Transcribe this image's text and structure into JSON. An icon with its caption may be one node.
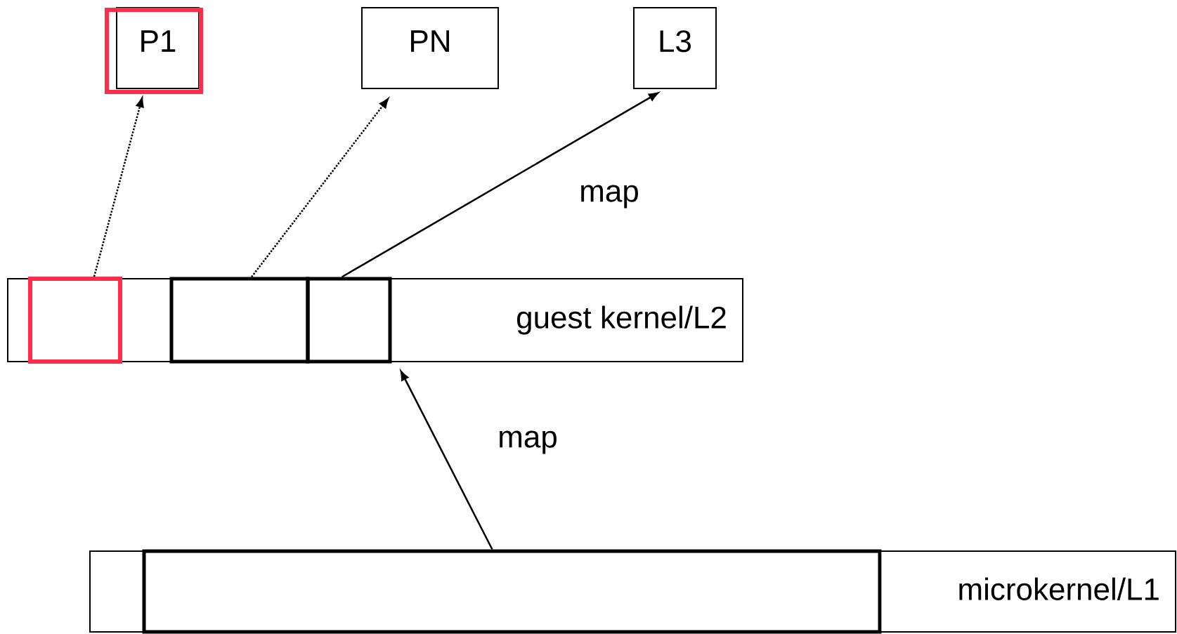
{
  "diagram": {
    "nodes": [
      {
        "text": [
          "P1"
        ]
      },
      {
        "text": [
          "PN"
        ]
      },
      {
        "text": [
          "L3"
        ]
      },
      {
        "text": [
          "guest kernel/L2"
        ]
      },
      {
        "text": [],
        "shape": "box",
        "in": 3
      },
      {
        "text": [],
        "shape": "box",
        "in": 3
      },
      {
        "text": [],
        "shape": "box",
        "in": 3
      },
      {
        "text": [
          "microkernel/L1"
        ]
      },
      {
        "text": [],
        "shape": "box",
        "in": 7
      }
    ],
    "edges": [
      {
        "from": 4,
        "to": 0,
        "arrow": "to",
        "style": "dashed"
      },
      {
        "from": 5,
        "to": 1,
        "arrow": "to",
        "style": "dashed"
      },
      {
        "from": 6,
        "to": 2,
        "arrow": "to",
        "label": "map"
      },
      {
        "from": 8,
        "to": 6,
        "arrow": "to",
        "label": "map"
      }
    ]
  }
}
